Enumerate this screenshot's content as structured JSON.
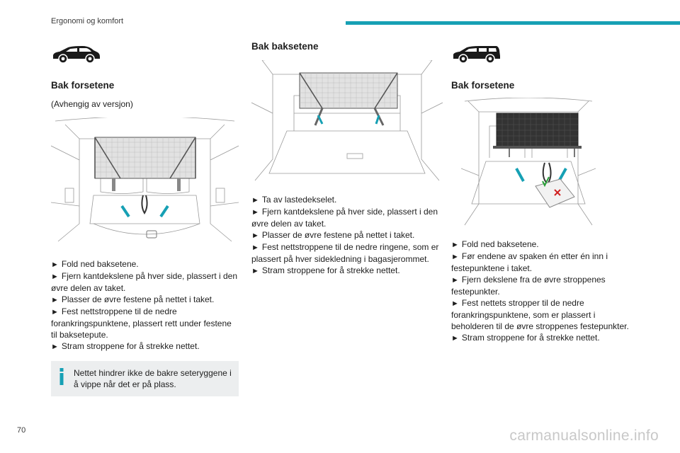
{
  "header": {
    "title": "Ergonomi og komfort"
  },
  "colors": {
    "accent": "#16a0b4",
    "note_bg": "#eceeef"
  },
  "col1": {
    "icon": "car-suv-icon",
    "title": "Bak forsetene",
    "subtitle": "(Avhengig av versjon)",
    "steps": [
      "Fold ned baksetene.",
      "Fjern kantdekslene på hver side, plassert i den øvre delen av taket.",
      "Plasser de øvre festene på nettet i taket.",
      "Fest nettstroppene til de nedre forankringspunktene, plassert rett under festene til baksetepute.",
      "Stram stroppene for å strekke nettet."
    ],
    "note": "Nettet hindrer ikke de bakre seteryggene i å vippe når det er på plass."
  },
  "col2": {
    "title": "Bak baksetene",
    "steps": [
      "Ta av lastedekselet.",
      "Fjern kantdekslene på hver side, plassert i den øvre delen av taket.",
      "Plasser de øvre festene på nettet i taket.",
      "Fest nettstroppene til de nedre ringene, som er plassert på hver sidekledning i bagasjerommet.",
      "Stram stroppene for å strekke nettet."
    ]
  },
  "col3": {
    "icon": "car-estate-icon",
    "title": "Bak forsetene",
    "steps": [
      "Fold ned baksetene.",
      "Før endene av spaken én etter én inn i festepunktene i taket.",
      "Fjern dekslene fra de øvre stroppenes festepunkter.",
      "Fest nettets stropper til de nedre forankringspunktene, som er plassert i beholderen til de øvre stroppenes festepunkter.",
      "Stram stroppene for å strekke nettet."
    ]
  },
  "footer": {
    "page_number": "70",
    "watermark": "carmanualsonline.info"
  }
}
